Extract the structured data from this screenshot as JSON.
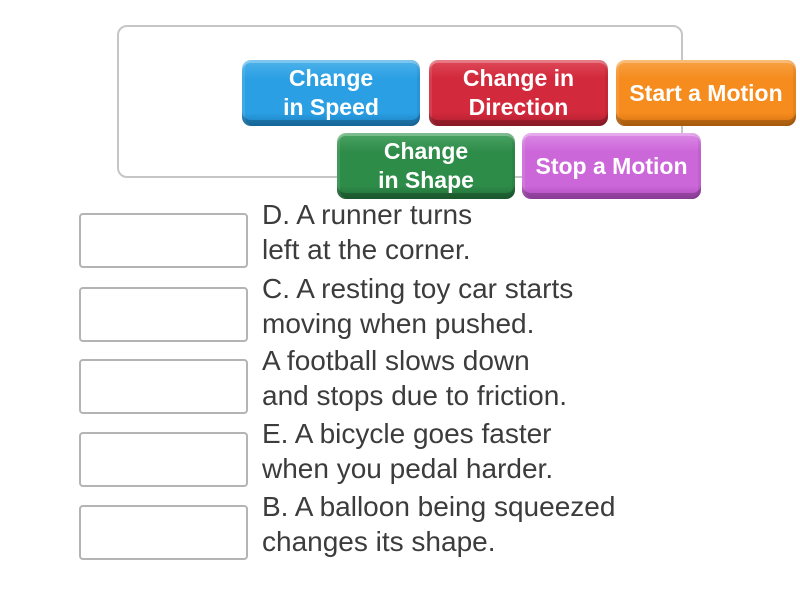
{
  "word_bank": {
    "tiles": [
      {
        "label": "Change in Speed",
        "lines": [
          "Change",
          "in Speed"
        ],
        "color": "#2B9FE4"
      },
      {
        "label": "Change in Direction",
        "lines": [
          "Change in",
          "Direction"
        ],
        "color": "#D2293C"
      },
      {
        "label": "Start a Motion",
        "lines": [
          "Start a Motion"
        ],
        "color": "#F68C1E"
      },
      {
        "label": "Change in Shape",
        "lines": [
          "Change",
          "in Shape"
        ],
        "color": "#2E8C49"
      },
      {
        "label": "Stop a Motion",
        "lines": [
          "Stop a Motion"
        ],
        "color": "#CC67D9"
      }
    ]
  },
  "questions": [
    {
      "lines": [
        "D. A runner turns",
        "left at the corner."
      ]
    },
    {
      "lines": [
        "C. A resting toy car starts",
        "moving when pushed."
      ]
    },
    {
      "lines": [
        "A football slows down",
        "and stops due to friction."
      ]
    },
    {
      "lines": [
        "E. A bicycle goes faster",
        "when you pedal harder."
      ]
    },
    {
      "lines": [
        "B. A balloon being squeezed",
        "changes its shape."
      ]
    }
  ]
}
